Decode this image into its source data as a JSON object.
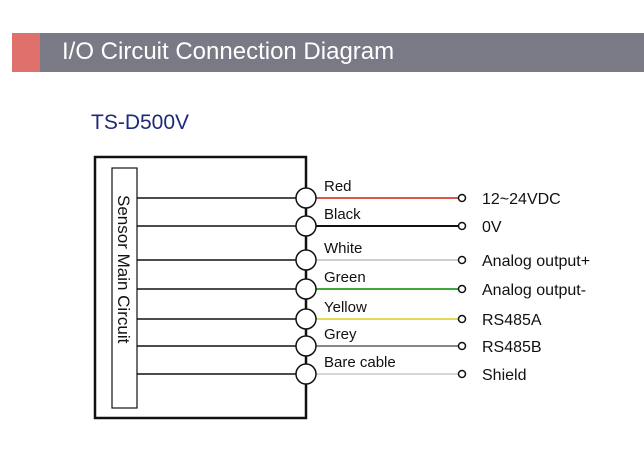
{
  "header": {
    "title": "I/O Circuit Connection Diagram",
    "accent_color": "#e0706c",
    "bar_color": "#797a85"
  },
  "model": "TS-D500V",
  "circuit": {
    "label": "Sensor Main Circuit"
  },
  "wires": [
    {
      "color_name": "Red",
      "color": "#d9534f",
      "signal": "12~24VDC"
    },
    {
      "color_name": "Black",
      "color": "#111111",
      "signal": "0V"
    },
    {
      "color_name": "White",
      "color": "#cfcfcf",
      "signal": "Analog output+"
    },
    {
      "color_name": "Green",
      "color": "#3fa83f",
      "signal": "Analog output-"
    },
    {
      "color_name": "Yellow",
      "color": "#e2d85a",
      "signal": "RS485A"
    },
    {
      "color_name": "Grey",
      "color": "#888888",
      "signal": "RS485B"
    },
    {
      "color_name": "Bare cable",
      "color": "#d6d6d6",
      "signal": "Shield"
    }
  ]
}
